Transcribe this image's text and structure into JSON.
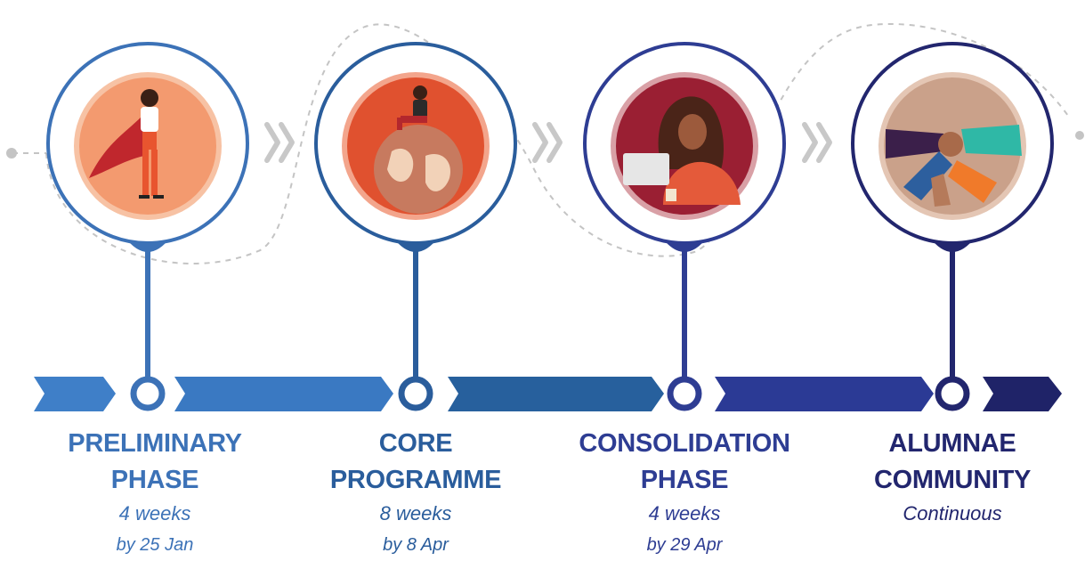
{
  "phases": [
    {
      "title_line1": "PRELIMINARY",
      "title_line2": "PHASE",
      "duration": "4 weeks",
      "deadline": "by 25 Jan",
      "icon": "superhero-woman-icon",
      "color": "#3c72b7"
    },
    {
      "title_line1": "CORE",
      "title_line2": "PROGRAMME",
      "duration": "8 weeks",
      "deadline": "by 8 Apr",
      "icon": "woman-on-globe-icon",
      "color": "#2a5d9c"
    },
    {
      "title_line1": "CONSOLIDATION",
      "title_line2": "PHASE",
      "duration": "4 weeks",
      "deadline": "by 29 Apr",
      "icon": "woman-with-laptop-icon",
      "color": "#2e3d93"
    },
    {
      "title_line1": "ALUMNAE",
      "title_line2": "COMMUNITY",
      "duration": "Continuous",
      "deadline": "",
      "icon": "joined-hands-icon",
      "color": "#22266e"
    }
  ],
  "colors": {
    "chevron_1": "#3f7fc8",
    "chevron_2": "#3a79c2",
    "chevron_3": "#27609d",
    "chevron_4": "#2b3a95",
    "chevron_5": "#1f2368",
    "arrow_marks": "#c8c8c8",
    "dashed_path": "#c4c4c4",
    "illustration_bg_orange": "#f39a6f",
    "illustration_bg_red": "#e0512f",
    "illustration_bg_maroon": "#9a1f33",
    "illustration_bg_tan": "#caa18a"
  }
}
